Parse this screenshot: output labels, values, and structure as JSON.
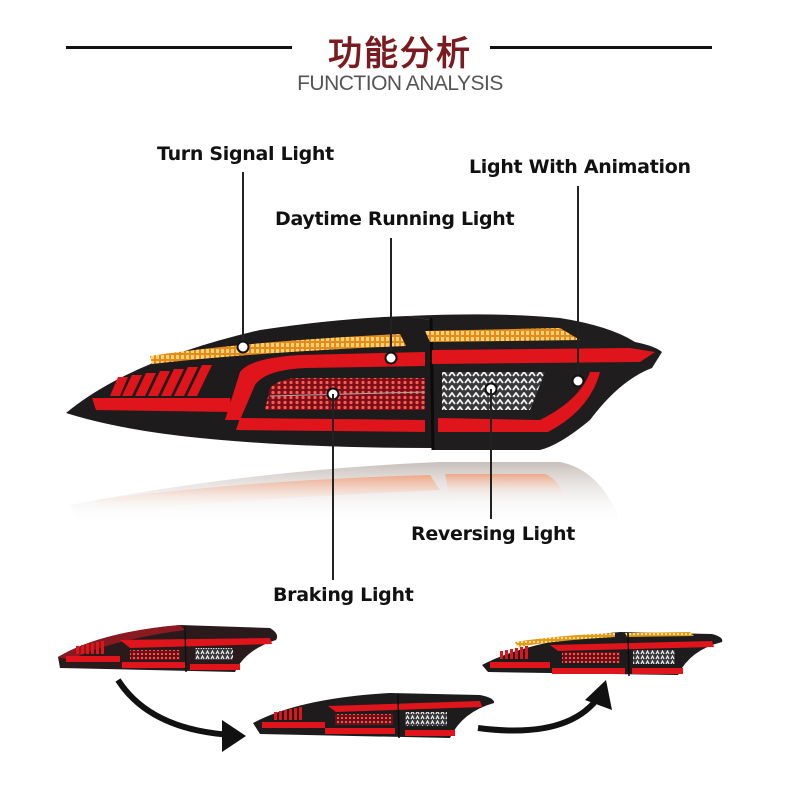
{
  "header": {
    "title_cn": "功能分析",
    "title_en": "FUNCTION ANALYSIS",
    "title_color": "#7a1c1f"
  },
  "callouts": [
    {
      "id": "turn-signal",
      "label": "Turn Signal Light",
      "color": "#f3a52b"
    },
    {
      "id": "daytime-running",
      "label": "Daytime Running Light",
      "color": "#e0141b"
    },
    {
      "id": "light-animation",
      "label": "Light With Animation",
      "color": "#e0141b"
    },
    {
      "id": "reversing",
      "label": "Reversing Light",
      "color": "#e8e8e8"
    },
    {
      "id": "braking",
      "label": "Braking Light",
      "color": "#d0202a"
    }
  ],
  "animation_sequence": {
    "steps": 3,
    "arrows": 2
  },
  "colors": {
    "housing": "#1e1b1c",
    "red_light": "#e0141b",
    "amber_light": "#f3a52b",
    "white_light": "#e8e8e8"
  }
}
